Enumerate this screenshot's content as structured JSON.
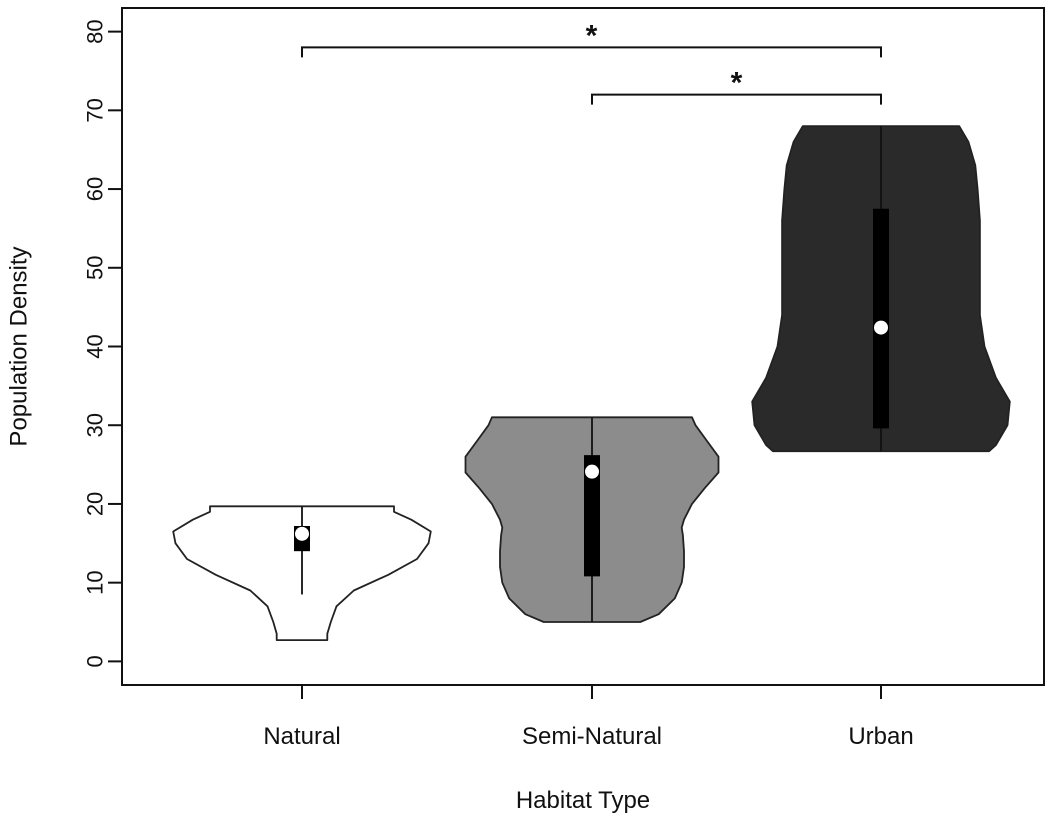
{
  "chart_data": {
    "type": "violin",
    "xlabel": "Habitat Type",
    "ylabel": "Population Density",
    "ylim": [
      -3,
      83
    ],
    "yticks": [
      0,
      10,
      20,
      30,
      40,
      50,
      60,
      70,
      80
    ],
    "grid": false,
    "categories": [
      "Natural",
      "Semi-Natural",
      "Urban"
    ],
    "series": [
      {
        "category": "Natural",
        "fill": "#ffffff",
        "min": 2.7,
        "max": 19.7,
        "q1": 14,
        "q3": 17.2,
        "median": 16.2,
        "whisker_low": 8.5,
        "whisker_high": 19.7,
        "density_profile": [
          [
            2.7,
            0.22
          ],
          [
            3.5,
            0.22
          ],
          [
            5,
            0.25
          ],
          [
            7,
            0.3
          ],
          [
            9,
            0.45
          ],
          [
            11,
            0.75
          ],
          [
            13,
            1.0
          ],
          [
            15,
            1.1
          ],
          [
            16.5,
            1.12
          ],
          [
            18,
            0.95
          ],
          [
            19,
            0.8
          ],
          [
            19.7,
            0.8
          ]
        ]
      },
      {
        "category": "Semi-Natural",
        "fill": "#8c8c8c",
        "min": 5,
        "max": 31,
        "q1": 10.8,
        "q3": 26.2,
        "median": 24.1,
        "whisker_low": 5,
        "whisker_high": 31,
        "density_profile": [
          [
            5,
            0.42
          ],
          [
            6,
            0.58
          ],
          [
            8,
            0.72
          ],
          [
            10,
            0.78
          ],
          [
            12,
            0.8
          ],
          [
            14,
            0.8
          ],
          [
            16,
            0.79
          ],
          [
            17,
            0.78
          ],
          [
            18,
            0.8
          ],
          [
            20,
            0.87
          ],
          [
            22,
            0.98
          ],
          [
            24,
            1.1
          ],
          [
            26,
            1.1
          ],
          [
            28,
            1.0
          ],
          [
            30,
            0.9
          ],
          [
            31,
            0.87
          ]
        ]
      },
      {
        "category": "Urban",
        "fill": "#2a2a2a",
        "min": 26.7,
        "max": 68,
        "q1": 29.6,
        "q3": 57.5,
        "median": 42.4,
        "whisker_low": 26.7,
        "whisker_high": 68,
        "density_profile": [
          [
            26.7,
            0.94
          ],
          [
            27.5,
            1.0
          ],
          [
            30,
            1.1
          ],
          [
            33,
            1.12
          ],
          [
            36,
            1.0
          ],
          [
            40,
            0.9
          ],
          [
            44,
            0.86
          ],
          [
            48,
            0.86
          ],
          [
            52,
            0.86
          ],
          [
            56,
            0.86
          ],
          [
            60,
            0.84
          ],
          [
            63,
            0.82
          ],
          [
            66,
            0.76
          ],
          [
            68,
            0.68
          ]
        ]
      }
    ],
    "annotations": [
      {
        "from": "Natural",
        "to": "Urban",
        "y": 78,
        "label": "*"
      },
      {
        "from": "Semi-Natural",
        "to": "Urban",
        "y": 72,
        "label": "*"
      }
    ]
  }
}
